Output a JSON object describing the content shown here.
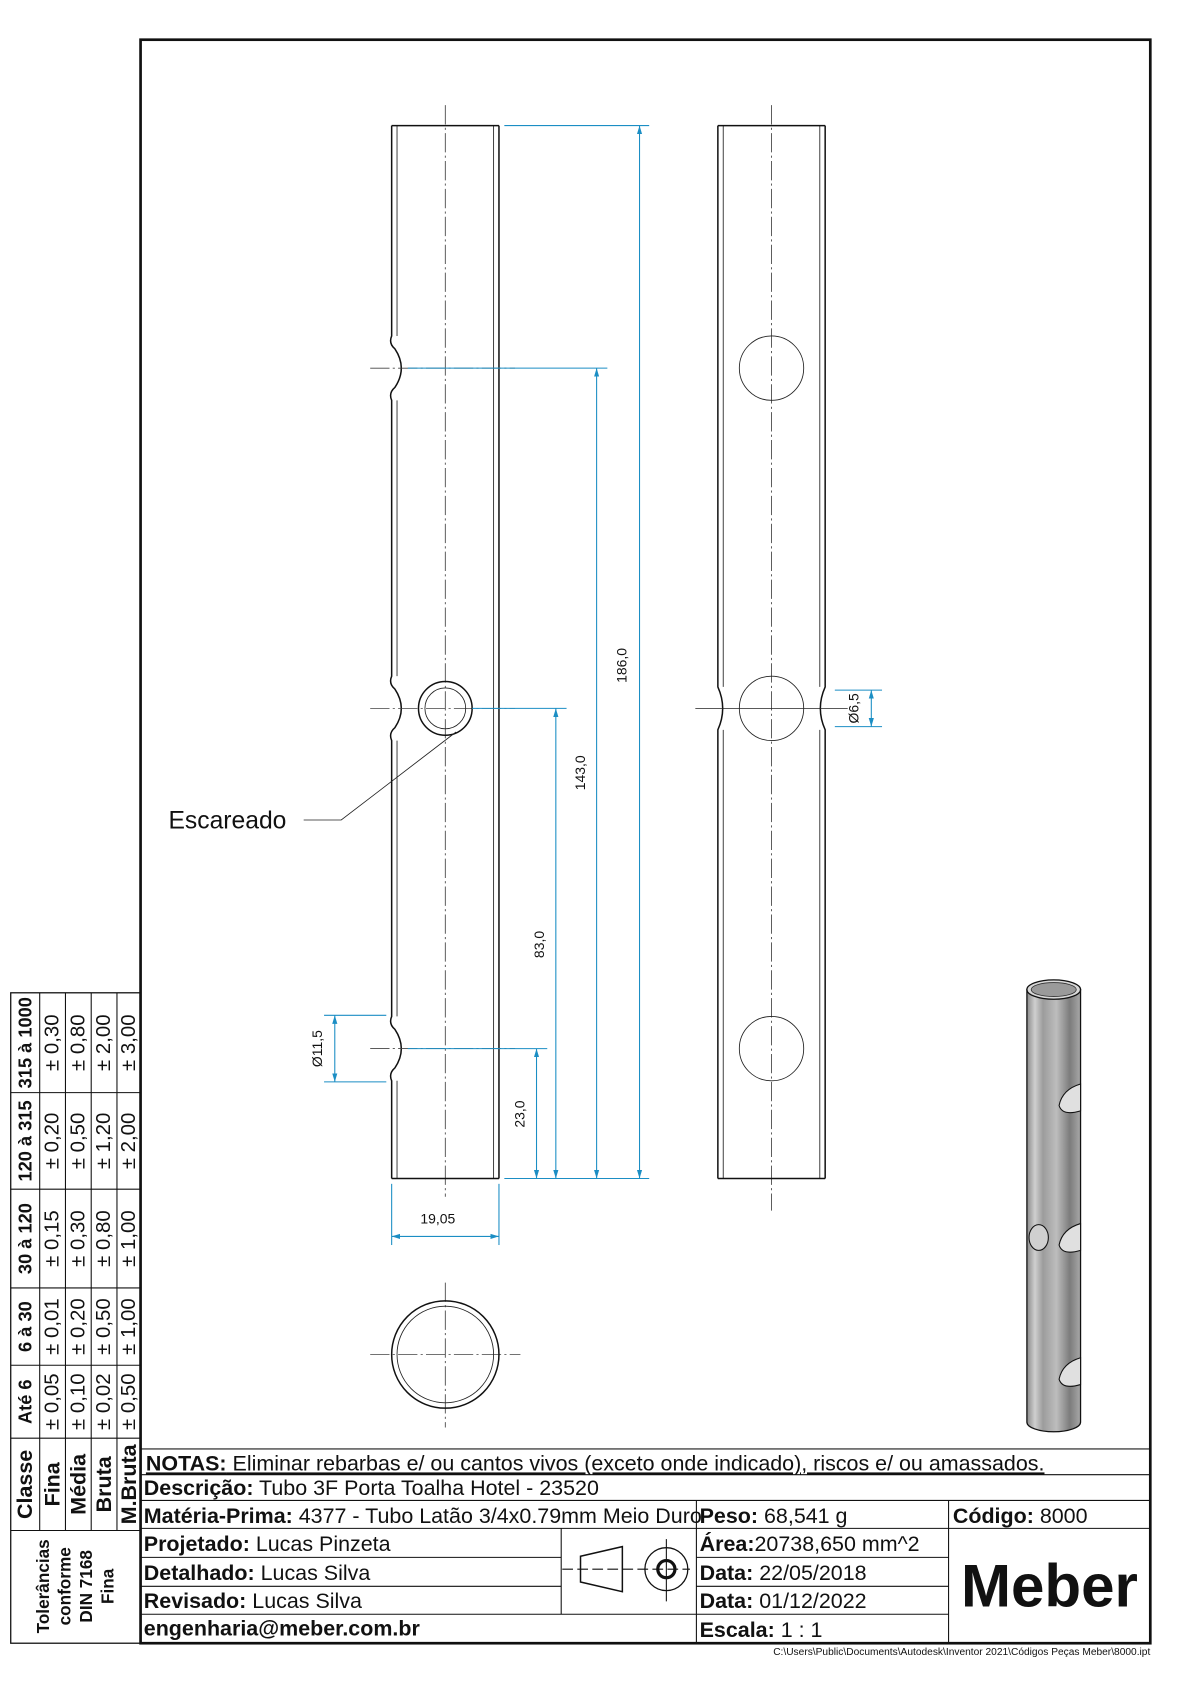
{
  "drawing": {
    "dimensions": {
      "overall_length": "186,0",
      "hole1_position": "143,0",
      "hole2_position": "83,0",
      "hole3_position": "23,0",
      "notch_diameter": "Ø11,5",
      "tube_diameter": "19,05",
      "hole_diameter": "Ø6,5"
    },
    "callout": "Escareado"
  },
  "tolerances": {
    "title_lines": [
      "Tolerâncias",
      "conforme",
      "DIN 7168",
      "Fina"
    ],
    "class_header": "Classe",
    "ranges": [
      "Até 6",
      "6 à 30",
      "30 à 120",
      "120 à 315",
      "315 à 1000"
    ],
    "rows": [
      {
        "class": "Fina",
        "values": [
          "± 0,05",
          "± 0,01",
          "± 0,15",
          "± 0,20",
          "± 0,30"
        ]
      },
      {
        "class": "Média",
        "values": [
          "± 0,10",
          "± 0,20",
          "± 0,30",
          "± 0,50",
          "± 0,80"
        ]
      },
      {
        "class": "Bruta",
        "values": [
          "± 0,02",
          "± 0,50",
          "± 0,80",
          "± 1,20",
          "± 2,00"
        ]
      },
      {
        "class": "M.Bruta",
        "values": [
          "± 0,50",
          "± 1,00",
          "± 1,00",
          "± 2,00",
          "± 3,00"
        ]
      }
    ]
  },
  "title_block": {
    "notes_label": "NOTAS:",
    "notes_value": " Eliminar rebarbas e/ ou cantos vivos (exceto onde indicado), riscos e/ ou amassados.",
    "description_label": "Descrição:",
    "description_value": " Tubo 3F Porta Toalha Hotel - 23520",
    "material_label": "Matéria-Prima:",
    "material_value": " 4377 - Tubo Latão 3/4x0.79mm Meio Duro",
    "weight_label": "Peso:",
    "weight_value": " 68,541 g",
    "code_label": "Código:",
    "code_value": " 8000",
    "designed_label": "Projetado:",
    "designed_value": " Lucas Pinzeta",
    "detailed_label": "Detalhado:",
    "detailed_value": " Lucas Silva",
    "reviewed_label": "Revisado:",
    "reviewed_value": " Lucas Silva",
    "email": "engenharia@meber.com.br",
    "area_label": "Área:",
    "area_value": "20738,650 mm^2",
    "date1_label": "Data:",
    "date1_value": " 22/05/2018",
    "date2_label": "Data:",
    "date2_value": " 01/12/2022",
    "scale_label": "Escala:",
    "scale_value": " 1 : 1",
    "logo": "Meber",
    "file_path": "C:\\Users\\Public\\Documents\\Autodesk\\Inventor 2021\\Códigos Peças Meber\\8000.ipt"
  },
  "colors": {
    "dimension": "#1b8ec4",
    "line": "#111111"
  }
}
